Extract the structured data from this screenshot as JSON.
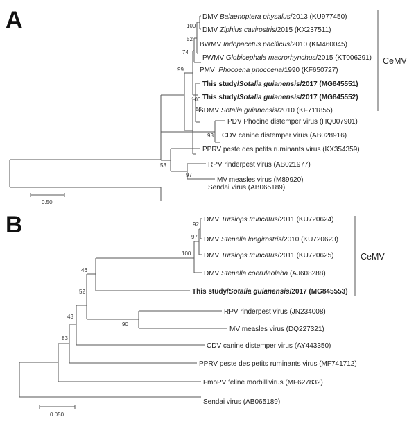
{
  "panels": [
    {
      "label": "A",
      "clade_label": "CeMV",
      "scale_label": "0.50",
      "leaves": [
        {
          "id": "a1",
          "bold": false,
          "segments": [
            {
              "t": "DMV ",
              "i": false
            },
            {
              "t": "Balaenoptera physalus",
              "i": true
            },
            {
              "t": "/2013 (KU977450)",
              "i": false
            }
          ]
        },
        {
          "id": "a2",
          "bold": false,
          "segments": [
            {
              "t": "DMV ",
              "i": false
            },
            {
              "t": "Ziphius cavirostris",
              "i": true
            },
            {
              "t": "/2015 (KX237511)",
              "i": false
            }
          ]
        },
        {
          "id": "a3",
          "bold": false,
          "segments": [
            {
              "t": "BWMV ",
              "i": false
            },
            {
              "t": "Indopacetus pacificus",
              "i": true
            },
            {
              "t": "/2010 (KM460045)",
              "i": false
            }
          ]
        },
        {
          "id": "a4",
          "bold": false,
          "segments": [
            {
              "t": "PWMV ",
              "i": false
            },
            {
              "t": "Globicephala macrorhynchus",
              "i": true
            },
            {
              "t": "/2015 (KT006291)",
              "i": false
            }
          ]
        },
        {
          "id": "a5",
          "bold": false,
          "segments": [
            {
              "t": "PMV  ",
              "i": false
            },
            {
              "t": "Phocoena phocoena",
              "i": true
            },
            {
              "t": "/1990 (KF650727)",
              "i": false
            }
          ]
        },
        {
          "id": "a6",
          "bold": true,
          "segments": [
            {
              "t": "This study/",
              "i": false
            },
            {
              "t": "Sotalia guianensis",
              "i": true
            },
            {
              "t": "/2017 (MG845551)",
              "i": false
            }
          ]
        },
        {
          "id": "a7",
          "bold": true,
          "segments": [
            {
              "t": "This study/",
              "i": false
            },
            {
              "t": "Sotalia guianensis",
              "i": true
            },
            {
              "t": "/2017 (MG845552)",
              "i": false
            }
          ]
        },
        {
          "id": "a8",
          "bold": false,
          "segments": [
            {
              "t": "GDMV ",
              "i": false
            },
            {
              "t": "Sotalia guianensis",
              "i": true
            },
            {
              "t": "/2010 (KF711855)",
              "i": false
            }
          ]
        },
        {
          "id": "a9",
          "bold": false,
          "segments": [
            {
              "t": "PDV Phocine distemper virus (HQ007901)",
              "i": false
            }
          ]
        },
        {
          "id": "a10",
          "bold": false,
          "segments": [
            {
              "t": "CDV canine distemper virus (AB028916)",
              "i": false
            }
          ]
        },
        {
          "id": "a11",
          "bold": false,
          "segments": [
            {
              "t": "PPRV peste des petits ruminants virus (KX354359)",
              "i": false
            }
          ]
        },
        {
          "id": "a12",
          "bold": false,
          "segments": [
            {
              "t": "RPV rinderpest virus (AB021977)",
              "i": false
            }
          ]
        },
        {
          "id": "a13",
          "bold": false,
          "segments": [
            {
              "t": "MV measles virus (M89920)",
              "i": false
            }
          ]
        },
        {
          "id": "a14",
          "bold": false,
          "segments": [
            {
              "t": "Sendai virus (AB065189)",
              "i": false
            }
          ]
        }
      ],
      "bootstraps": [
        {
          "id": "ab1",
          "value": "100"
        },
        {
          "id": "ab2",
          "value": "52"
        },
        {
          "id": "ab3",
          "value": "74"
        },
        {
          "id": "ab4",
          "value": "99"
        },
        {
          "id": "ab5",
          "value": "100"
        },
        {
          "id": "ab6",
          "value": "55"
        },
        {
          "id": "ab7",
          "value": "93"
        },
        {
          "id": "ab8",
          "value": "53"
        },
        {
          "id": "ab9",
          "value": "97"
        }
      ]
    },
    {
      "label": "B",
      "clade_label": "CeMV",
      "scale_label": "0.050",
      "leaves": [
        {
          "id": "b1",
          "bold": false,
          "segments": [
            {
              "t": "DMV ",
              "i": false
            },
            {
              "t": "Tursiops truncatus",
              "i": true
            },
            {
              "t": "/2011 (KU720624)",
              "i": false
            }
          ]
        },
        {
          "id": "b2",
          "bold": false,
          "segments": [
            {
              "t": "DMV ",
              "i": false
            },
            {
              "t": "Stenella longirostris",
              "i": true
            },
            {
              "t": "/2010 (KU720623)",
              "i": false
            }
          ]
        },
        {
          "id": "b3",
          "bold": false,
          "segments": [
            {
              "t": "DMV ",
              "i": false
            },
            {
              "t": "Tursiops truncatus",
              "i": true
            },
            {
              "t": "/2011 (KU720625)",
              "i": false
            }
          ]
        },
        {
          "id": "b4",
          "bold": false,
          "segments": [
            {
              "t": "DMV ",
              "i": false
            },
            {
              "t": "Stenella coeruleolaba",
              "i": true
            },
            {
              "t": " (AJ608288)",
              "i": false
            }
          ]
        },
        {
          "id": "b5",
          "bold": true,
          "segments": [
            {
              "t": "This study/",
              "i": false
            },
            {
              "t": "Sotalia guianensis",
              "i": true
            },
            {
              "t": "/2017 (MG845553)",
              "i": false
            }
          ]
        },
        {
          "id": "b6",
          "bold": false,
          "segments": [
            {
              "t": "RPV rinderpest virus (JN234008)",
              "i": false
            }
          ]
        },
        {
          "id": "b7",
          "bold": false,
          "segments": [
            {
              "t": "MV measles virus (DQ227321)",
              "i": false
            }
          ]
        },
        {
          "id": "b8",
          "bold": false,
          "segments": [
            {
              "t": "CDV canine distemper virus (AY443350)",
              "i": false
            }
          ]
        },
        {
          "id": "b9",
          "bold": false,
          "segments": [
            {
              "t": "PPRV peste des petits ruminants virus (MF741712)",
              "i": false
            }
          ]
        },
        {
          "id": "b10",
          "bold": false,
          "segments": [
            {
              "t": "FmoPV feline morbillivirus (MF627832)",
              "i": false
            }
          ]
        },
        {
          "id": "b11",
          "bold": false,
          "segments": [
            {
              "t": "Sendai virus (AB065189)",
              "i": false
            }
          ]
        }
      ],
      "bootstraps": [
        {
          "id": "bb1",
          "value": "92"
        },
        {
          "id": "bb2",
          "value": "97"
        },
        {
          "id": "bb3",
          "value": "100"
        },
        {
          "id": "bb4",
          "value": "46"
        },
        {
          "id": "bb5",
          "value": "52"
        },
        {
          "id": "bb6",
          "value": "90"
        },
        {
          "id": "bb7",
          "value": "43"
        },
        {
          "id": "bb8",
          "value": "83"
        }
      ]
    }
  ]
}
